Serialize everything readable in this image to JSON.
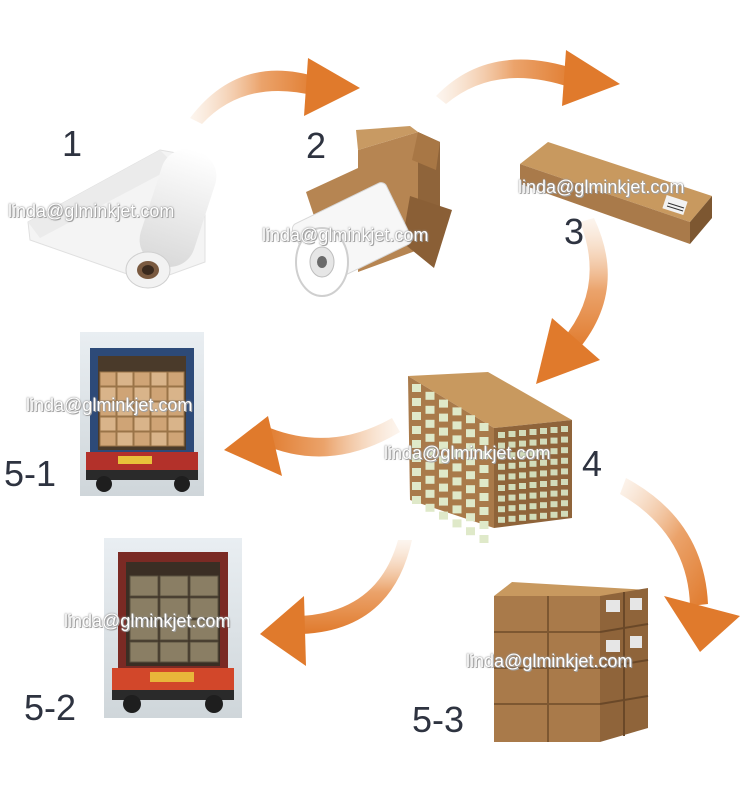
{
  "steps": [
    {
      "id": "1",
      "label": "1",
      "depicts": "white-film-roll-icon"
    },
    {
      "id": "2",
      "label": "2",
      "depicts": "roll-in-open-box-icon"
    },
    {
      "id": "3",
      "label": "3",
      "depicts": "long-carton-tube-icon"
    },
    {
      "id": "4",
      "label": "4",
      "depicts": "stacked-carton-pallet-icon"
    },
    {
      "id": "5-1",
      "label": "5-1",
      "depicts": "loaded-truck-cartons-icon"
    },
    {
      "id": "5-2",
      "label": "5-2",
      "depicts": "loaded-truck-pallets-icon"
    },
    {
      "id": "5-3",
      "label": "5-3",
      "depicts": "boxed-pallet-icon"
    }
  ],
  "watermark": "linda@glminkjet.com",
  "colors": {
    "arrow": "#e07a2c",
    "arrow_light": "#f5d9bf",
    "label": "#2e3340",
    "carton": "#a97a4a",
    "carton_dark": "#7d5731",
    "carton_light": "#c8995f",
    "sticker": "#dfe9c9"
  }
}
